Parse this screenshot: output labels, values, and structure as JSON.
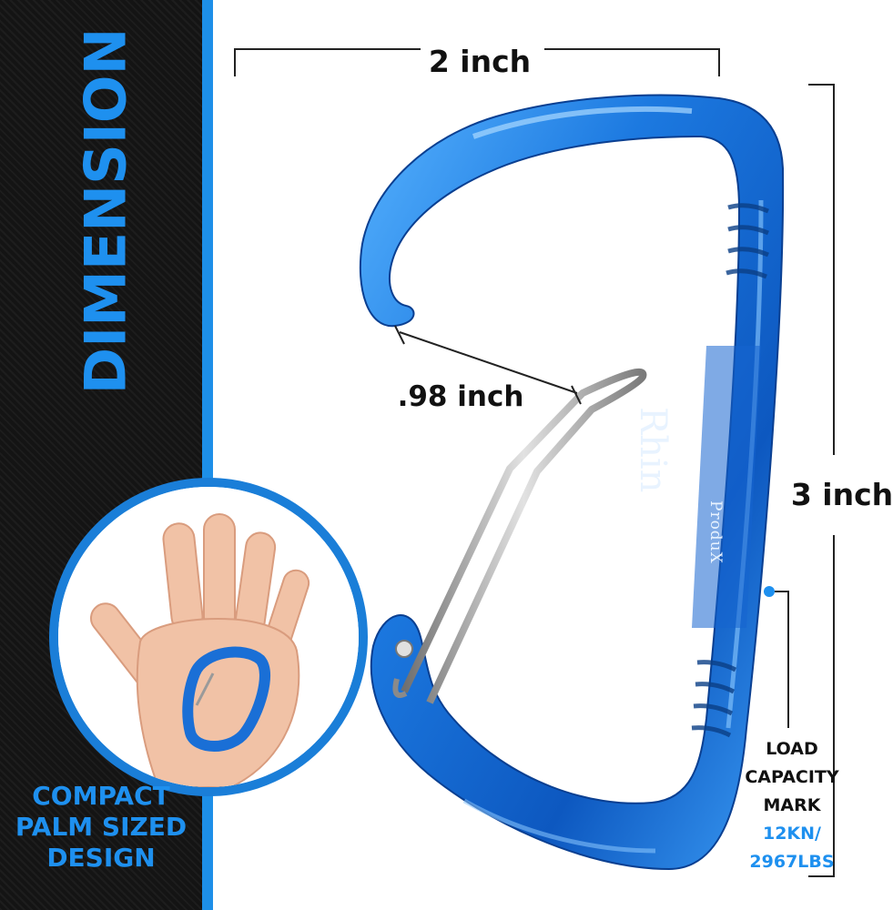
{
  "side_banner": {
    "title": "DIMENSION",
    "caption_lines": [
      "COMPACT",
      "PALM SIZED",
      "DESIGN"
    ]
  },
  "measurements": {
    "width_label": "2 inch",
    "gate_label": ".98 inch",
    "height_label": "3 inch"
  },
  "load_capacity": {
    "lines": [
      "LOAD",
      "CAPACITY",
      "MARK"
    ],
    "value_lines": [
      "12KN/",
      "2967LBS"
    ]
  },
  "brand": {
    "name": "Rhin",
    "sub": "ProduX"
  },
  "colors": {
    "accent": "#1e90ef",
    "carabiner": "#1a6fd6",
    "panel": "#141414"
  }
}
